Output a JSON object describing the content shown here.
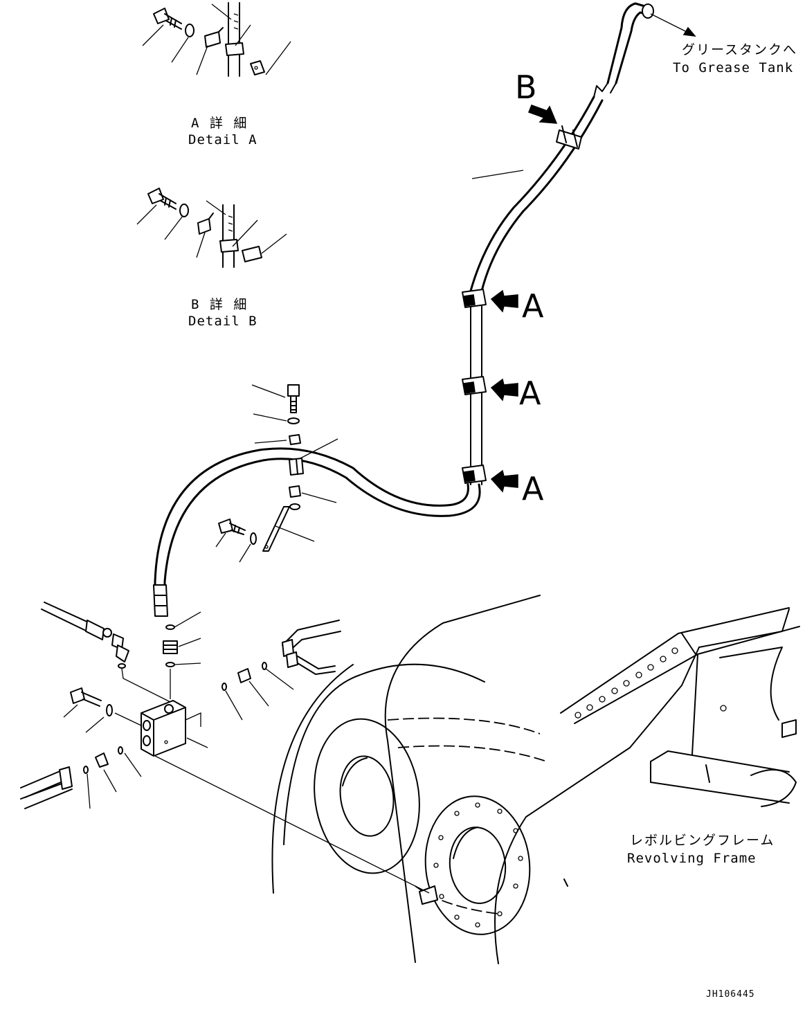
{
  "labels": {
    "grease_tank_jp": "グリースタンクへ",
    "grease_tank_en": "To Grease Tank",
    "detail_a_jp": "A 詳 細",
    "detail_a_en": "Detail A",
    "detail_b_jp": "B 詳 細",
    "detail_b_en": "Detail B",
    "revolving_frame_jp": "レボルビングフレーム",
    "revolving_frame_en": "Revolving Frame",
    "drawing_code": "JH106445"
  },
  "view_letters": {
    "b": "B",
    "a1": "A",
    "a2": "A",
    "a3": "A"
  }
}
